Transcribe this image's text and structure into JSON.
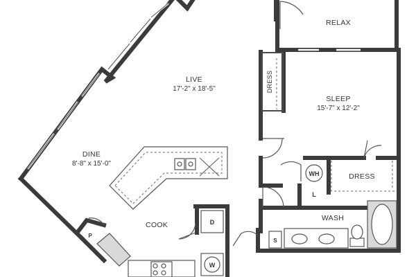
{
  "rooms": {
    "relax": {
      "name": "RELAX"
    },
    "live": {
      "name": "LIVE",
      "dims": "17'-2\" x 18'-5\""
    },
    "sleep": {
      "name": "SLEEP",
      "dims": "15'-7\" x 12'-2\""
    },
    "dress_closet": {
      "name": "DRESS"
    },
    "dress": {
      "name": "DRESS"
    },
    "dine": {
      "name": "DINE",
      "dims": "8'-8\" x 15'-0\""
    },
    "cook": {
      "name": "COOK"
    },
    "wash": {
      "name": "WASH"
    }
  },
  "fixtures": {
    "water_heater": "WH",
    "linen": "L",
    "dryer": "D",
    "washer": "W",
    "pantry": "P",
    "storage": "S"
  }
}
